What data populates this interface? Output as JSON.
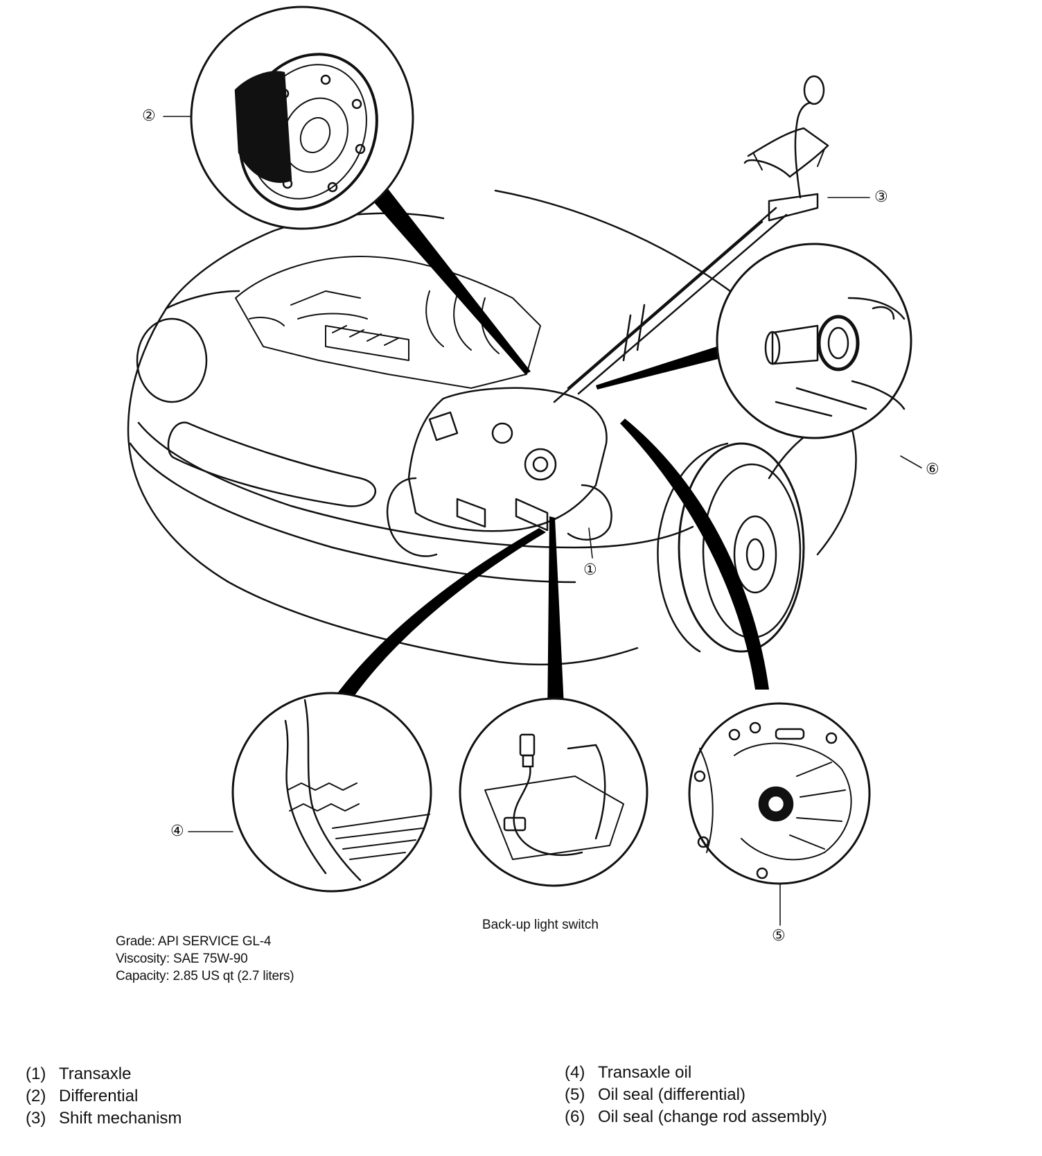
{
  "callouts": {
    "c1": "①",
    "c2": "②",
    "c3": "③",
    "c4": "④",
    "c5": "⑤",
    "c6": "⑥"
  },
  "captions": {
    "backup_switch": "Back-up light switch"
  },
  "specs": {
    "grade": "Grade:  API SERVICE GL-4",
    "viscosity": "Viscosity:  SAE 75W-90",
    "capacity": "Capacity:  2.85 US qt (2.7 liters)"
  },
  "legend": [
    {
      "num": "(1)",
      "label": "Transaxle"
    },
    {
      "num": "(2)",
      "label": "Differential"
    },
    {
      "num": "(3)",
      "label": "Shift mechanism"
    },
    {
      "num": "(4)",
      "label": "Transaxle oil"
    },
    {
      "num": "(5)",
      "label": "Oil seal (differential)"
    },
    {
      "num": "(6)",
      "label": "Oil seal (change rod assembly)"
    }
  ]
}
